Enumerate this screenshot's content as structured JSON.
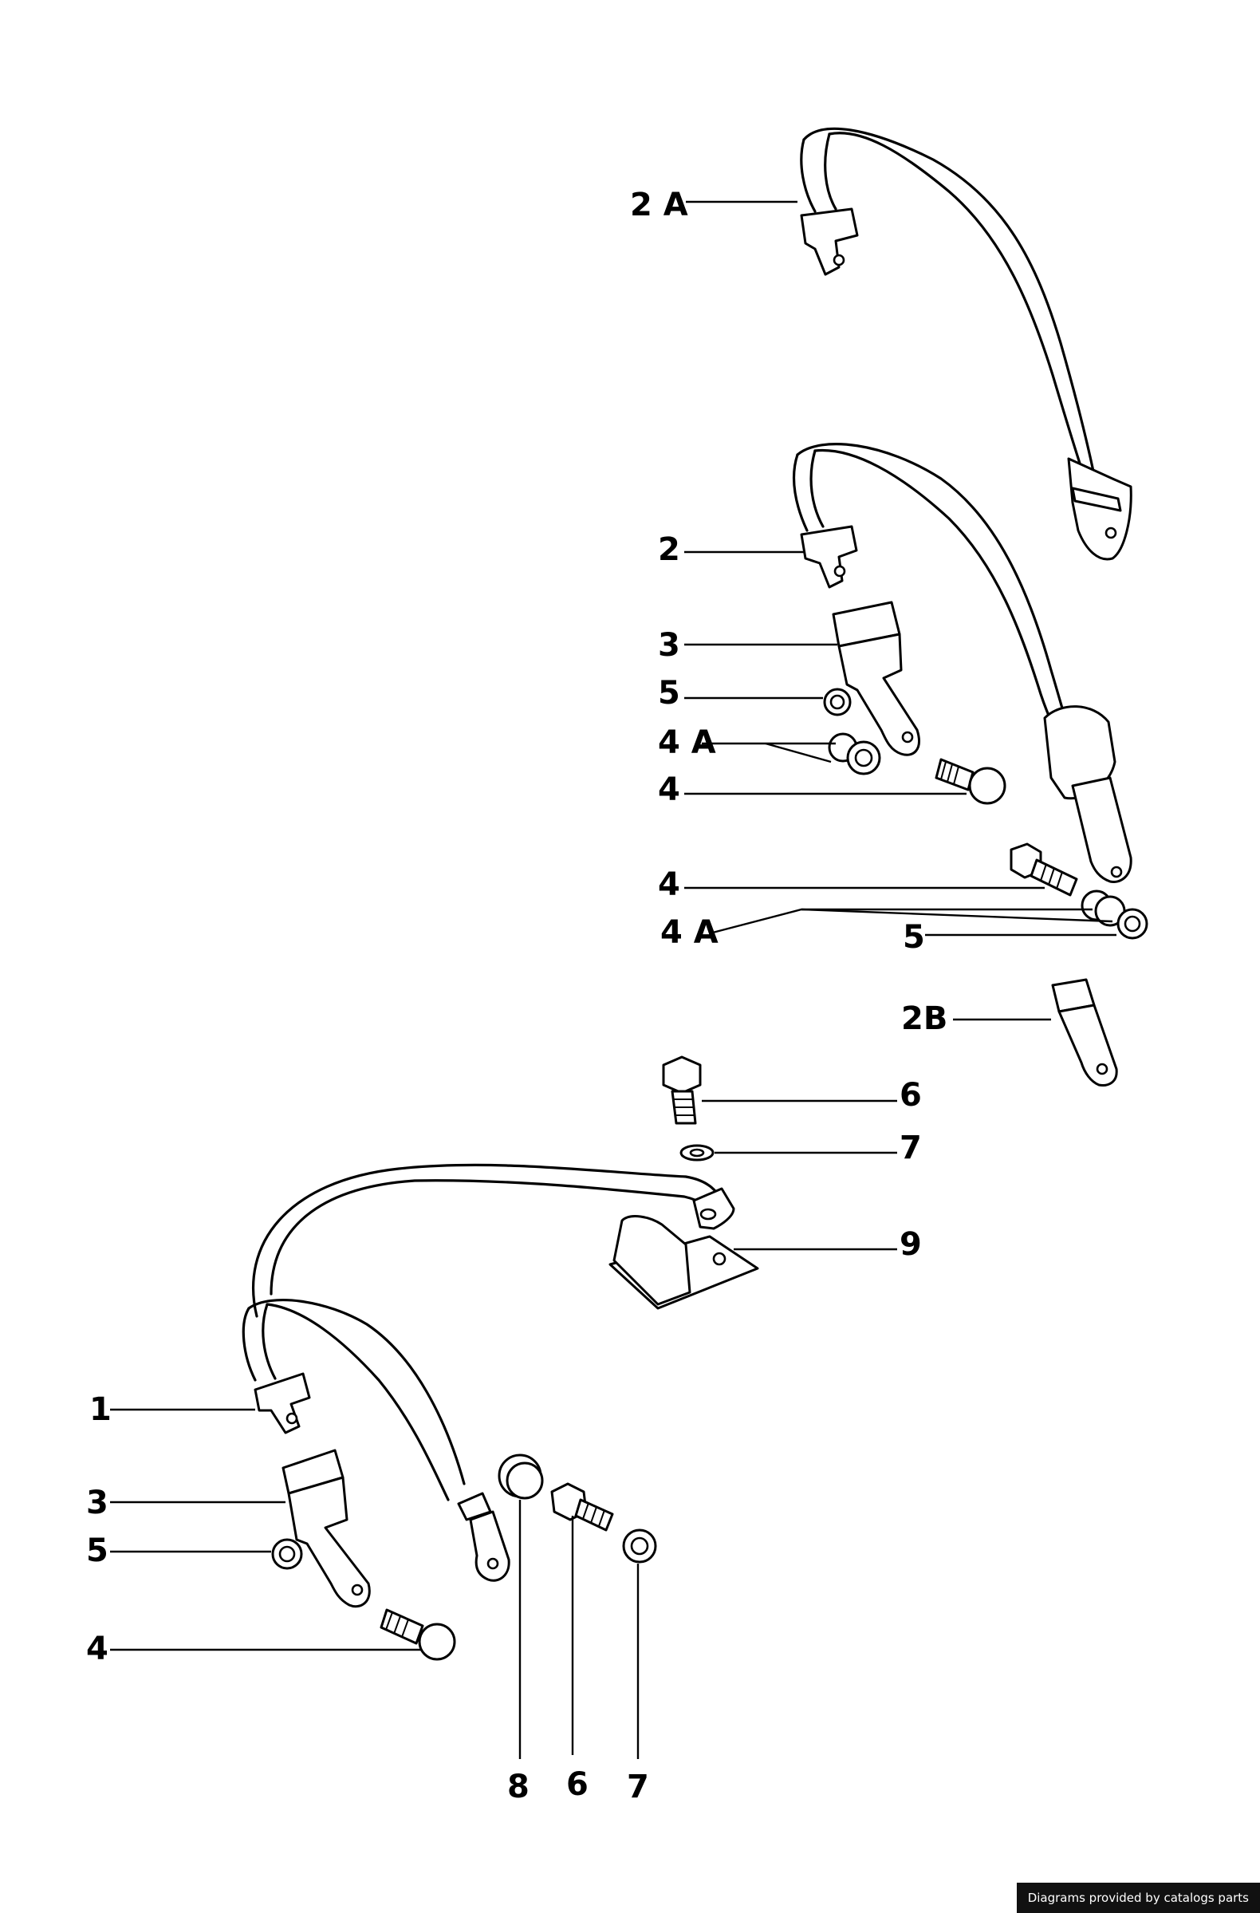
{
  "footer": {
    "credit": "Diagrams provided by catalogs parts"
  },
  "callouts": {
    "l2A": "2 A",
    "l2": "2",
    "l3a": "3",
    "l5a": "5",
    "l4Aa": "4 A",
    "l4a": "4",
    "l4b": "4",
    "l4Ab": "4 A",
    "l5b": "5",
    "l2B": "2B",
    "l6a": "6",
    "l7a": "7",
    "l9": "9",
    "l1": "1",
    "l3b": "3",
    "l5c": "5",
    "l4c": "4",
    "l8": "8",
    "l6b": "6",
    "l7b": "7"
  },
  "colors": {
    "line": "#000000",
    "background": "#ffffff",
    "badge": "#111111"
  }
}
